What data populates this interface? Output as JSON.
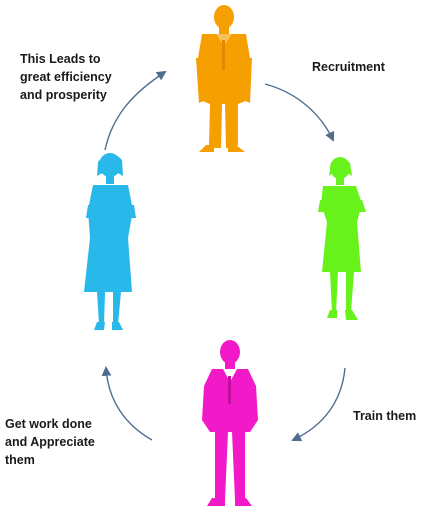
{
  "diagram": {
    "colors": {
      "top_person": "#F5A000",
      "right_person": "#66F21A",
      "bottom_person": "#F21AC8",
      "left_person": "#29B8EA",
      "arrow": "#4F6D8F"
    },
    "steps": [
      {
        "id": "recruitment",
        "lines": [
          "Recruitment"
        ]
      },
      {
        "id": "train",
        "lines": [
          "Train them"
        ]
      },
      {
        "id": "appreciate",
        "lines": [
          "Get work done",
          "and Appreciate",
          "them"
        ]
      },
      {
        "id": "prosperity",
        "lines": [
          "This Leads to",
          "great efficiency",
          "and prosperity"
        ]
      }
    ]
  }
}
